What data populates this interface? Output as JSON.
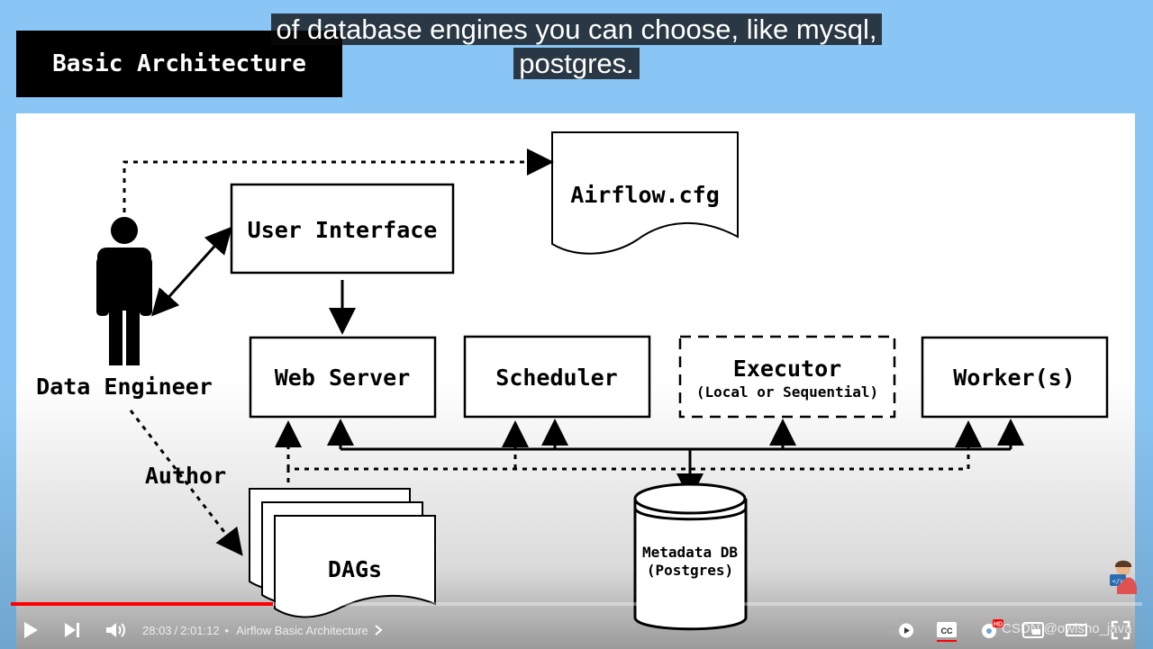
{
  "slide": {
    "title": "Basic Architecture",
    "nodes": {
      "airflow_cfg": "Airflow.cfg",
      "user_interface": "User Interface",
      "web_server": "Web Server",
      "scheduler": "Scheduler",
      "executor": "Executor",
      "executor_sub": "(Local or Sequential)",
      "workers": "Worker(s)",
      "data_engineer": "Data Engineer",
      "author": "Author",
      "dags": "DAGs",
      "metadata_db_line1": "Metadata DB",
      "metadata_db_line2": "(Postgres)"
    }
  },
  "caption": {
    "line1": "of database engines you can choose, like mysql,",
    "line2": "postgres."
  },
  "player": {
    "current_time": "28:03",
    "duration": "2:01:12",
    "chapter": "Airflow Basic Architecture",
    "progress_fraction": 0.232,
    "hd_badge": "HD",
    "cc_label": "CC",
    "accent_color": "#ff0000"
  },
  "watermark": "CSDN @owisho_java"
}
